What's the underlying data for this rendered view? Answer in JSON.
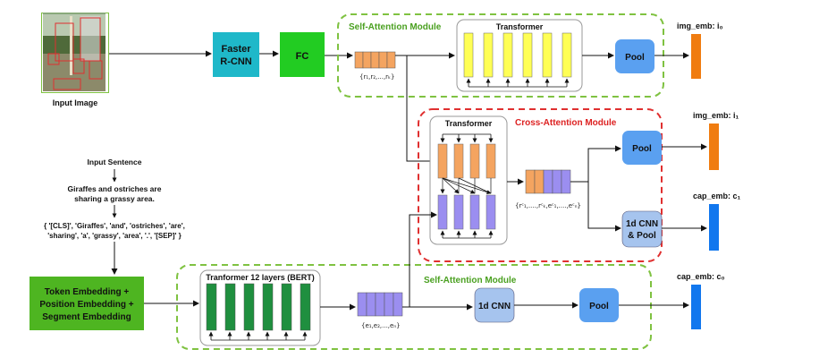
{
  "colors": {
    "green_dash": "#7fc241",
    "red_dash": "#e03030",
    "teal": "#1fb8c9",
    "fc_green": "#22cc22",
    "token_green": "#4eb521",
    "orange_vec": "#f4a460",
    "purple_vec": "#9b8ef0",
    "yellow_bar": "#ffff55",
    "bert_green": "#1f8f3f",
    "pool_blue": "#5aa0f0",
    "cnn_blue": "#a6c4ee",
    "out_orange": "#f07c10",
    "out_blue": "#1177ee",
    "red_text": "#dd2222",
    "green_text": "#4aa020"
  },
  "image_input": {
    "caption": "Input Image"
  },
  "faster_rcnn": {
    "line1": "Faster",
    "line2": "R-CNN"
  },
  "fc": {
    "label": "FC"
  },
  "self_attention_top": {
    "title": "Self-Attention Module"
  },
  "transformer_top": {
    "title": "Transformer"
  },
  "region_features": {
    "label": "{r₁,r₂,...,rₖ}"
  },
  "pool_top": {
    "label": "Pool"
  },
  "img_emb_0": {
    "label": "img_emb: i₀"
  },
  "cross_attention": {
    "title": "Cross-Attention Module"
  },
  "transformer_cross": {
    "title": "Transformer"
  },
  "cross_features": {
    "label": "{rᶜ₁,....,rᶜₖ,eᶜ₁,....,eᶜₙ}"
  },
  "pool_cross": {
    "label": "Pool"
  },
  "img_emb_1": {
    "label": "img_emb: i₁"
  },
  "cnn_pool": {
    "line1": "1d CNN",
    "line2": "& Pool"
  },
  "cap_emb_1": {
    "label": "cap_emb: c₁"
  },
  "input_sentence": {
    "heading": "Input Sentence",
    "line1": "Giraffes and ostriches are",
    "line2": "sharing a grassy area.",
    "tokens1": "{ '[CLS]', 'Giraffes', 'and', 'ostriches', 'are',",
    "tokens2": "'sharing', 'a', 'grassy', 'area', '.', '[SEP]' }"
  },
  "token_embedding": {
    "line1": "Token Embedding +",
    "line2": "Position Embedding +",
    "line3": "Segment Embedding"
  },
  "bert": {
    "title": "Tranformer 12 layers (BERT)"
  },
  "word_features": {
    "label": "{e₁,e₂,...,eₙ}"
  },
  "self_attention_bottom": {
    "title": "Self-Attention Module"
  },
  "cnn_bottom": {
    "label": "1d CNN"
  },
  "pool_bottom": {
    "label": "Pool"
  },
  "cap_emb_0": {
    "label": "cap_emb: c₀"
  }
}
